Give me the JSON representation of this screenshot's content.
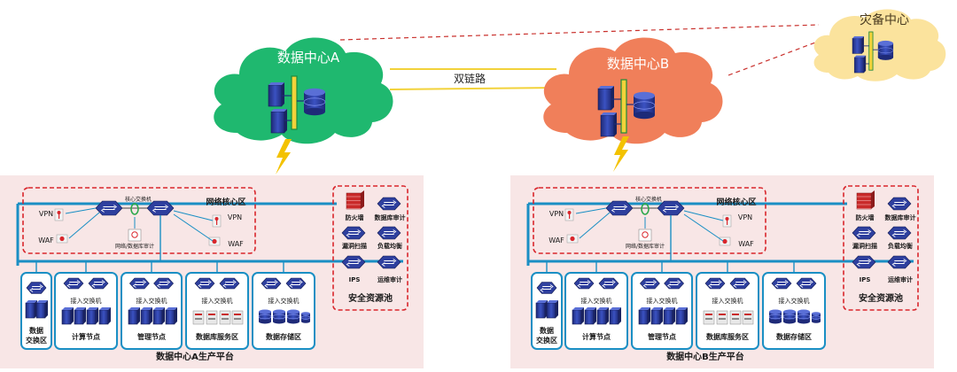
{
  "clouds": {
    "dc_a": "数据中心A",
    "dc_b": "数据中心B",
    "dr": "灾备中心"
  },
  "dual_link": "双链路",
  "platforms": [
    {
      "title": "数据中心A生产平台",
      "core_label": "网络核心区",
      "core_switch_label": "核心交换机",
      "audit_label": "网络/数据库审计",
      "vpn_left": "VPN",
      "vpn_right": "VPN",
      "waf_left": "WAF",
      "waf_right": "WAF",
      "security_pool": "安全资源池",
      "security_items": [
        "防火墙",
        "数据库审计",
        "漏洞扫描",
        "负载均衡",
        "IPS",
        "运维审计"
      ],
      "zones": [
        {
          "line1": "数据",
          "line2": "交换区"
        },
        {
          "line1": "接入交换机",
          "line2": "计算节点"
        },
        {
          "line1": "接入交换机",
          "line2": "管理节点"
        },
        {
          "line1": "接入交换机",
          "line2": "数据库服务区"
        },
        {
          "line1": "接入交换机",
          "line2": "数据存储区"
        }
      ]
    },
    {
      "title": "数据中心B生产平台",
      "core_label": "网络核心区",
      "core_switch_label": "核心交换机",
      "audit_label": "网络/数据库审计",
      "vpn_left": "VPN",
      "vpn_right": "VPN",
      "waf_left": "WAF",
      "waf_right": "WAF",
      "security_pool": "安全资源池",
      "security_items": [
        "防火墙",
        "数据库审计",
        "漏洞扫描",
        "负载均衡",
        "IPS",
        "运维审计"
      ],
      "zones": [
        {
          "line1": "数据",
          "line2": "交换区"
        },
        {
          "line1": "接入交换机",
          "line2": "计算节点"
        },
        {
          "line1": "接入交换机",
          "line2": "管理节点"
        },
        {
          "line1": "接入交换机",
          "line2": "数据库服务区"
        },
        {
          "line1": "接入交换机",
          "line2": "数据存储区"
        }
      ]
    }
  ],
  "colors": {
    "cloud_a": "#1fb86f",
    "cloud_b": "#f07f5a",
    "cloud_dr": "#fbe39d",
    "platform_bg": "#f8e6e6",
    "bus": "#1a8fc4",
    "zone_border": "#1a8fc4",
    "zone_fill": "#ffffff",
    "dashed_red": "#d9262c",
    "lightning": "#f3c200",
    "device_blue": "#2e3f9e",
    "link_yellow": "#f2d23a"
  }
}
